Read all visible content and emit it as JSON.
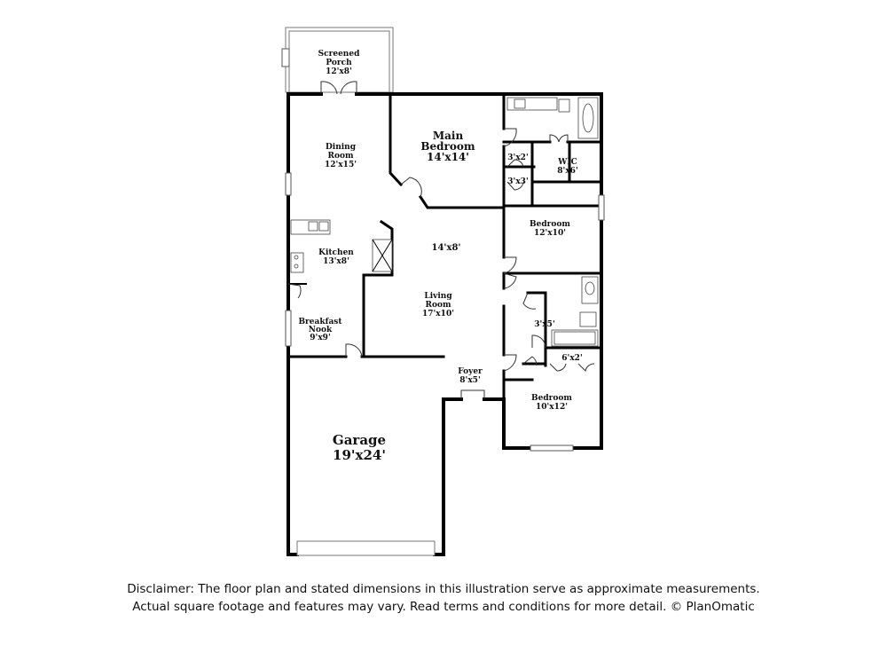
{
  "rooms": {
    "screened_porch": {
      "name_line1": "Screened",
      "name_line2": "Porch",
      "dims": "12'x8'"
    },
    "dining_room": {
      "name_line1": "Dining",
      "name_line2": "Room",
      "dims": "12'x15'"
    },
    "main_bedroom": {
      "name_line1": "Main",
      "name_line2": "Bedroom",
      "dims": "14'x14'"
    },
    "closet_a": {
      "dims": "3'x2'"
    },
    "wic": {
      "name": "WIC",
      "dims": "8'x6'"
    },
    "closet_b": {
      "dims": "3'x3'"
    },
    "bedroom_2": {
      "name": "Bedroom",
      "dims": "12'x10'"
    },
    "hall": {
      "dims": "14'x8'"
    },
    "kitchen": {
      "name": "Kitchen",
      "dims": "13'x8'"
    },
    "living_room": {
      "name_line1": "Living",
      "name_line2": "Room",
      "dims": "17'x10'"
    },
    "breakfast_nook": {
      "name_line1": "Breakfast",
      "name_line2": "Nook",
      "dims": "9'x9'"
    },
    "closet_c": {
      "dims": "3'x5'"
    },
    "closet_d": {
      "dims": "6'x2'"
    },
    "foyer": {
      "name": "Foyer",
      "dims": "8'x5'"
    },
    "bedroom_3": {
      "name": "Bedroom",
      "dims": "10'x12'"
    },
    "garage": {
      "name": "Garage",
      "dims": "19'x24'"
    }
  },
  "disclaimer": {
    "line1": "Disclaimer: The floor plan and stated dimensions in this illustration serve as approximate measurements.",
    "line2": "Actual square footage and features may vary. Read terms and conditions for more detail. © PlanOmatic"
  }
}
